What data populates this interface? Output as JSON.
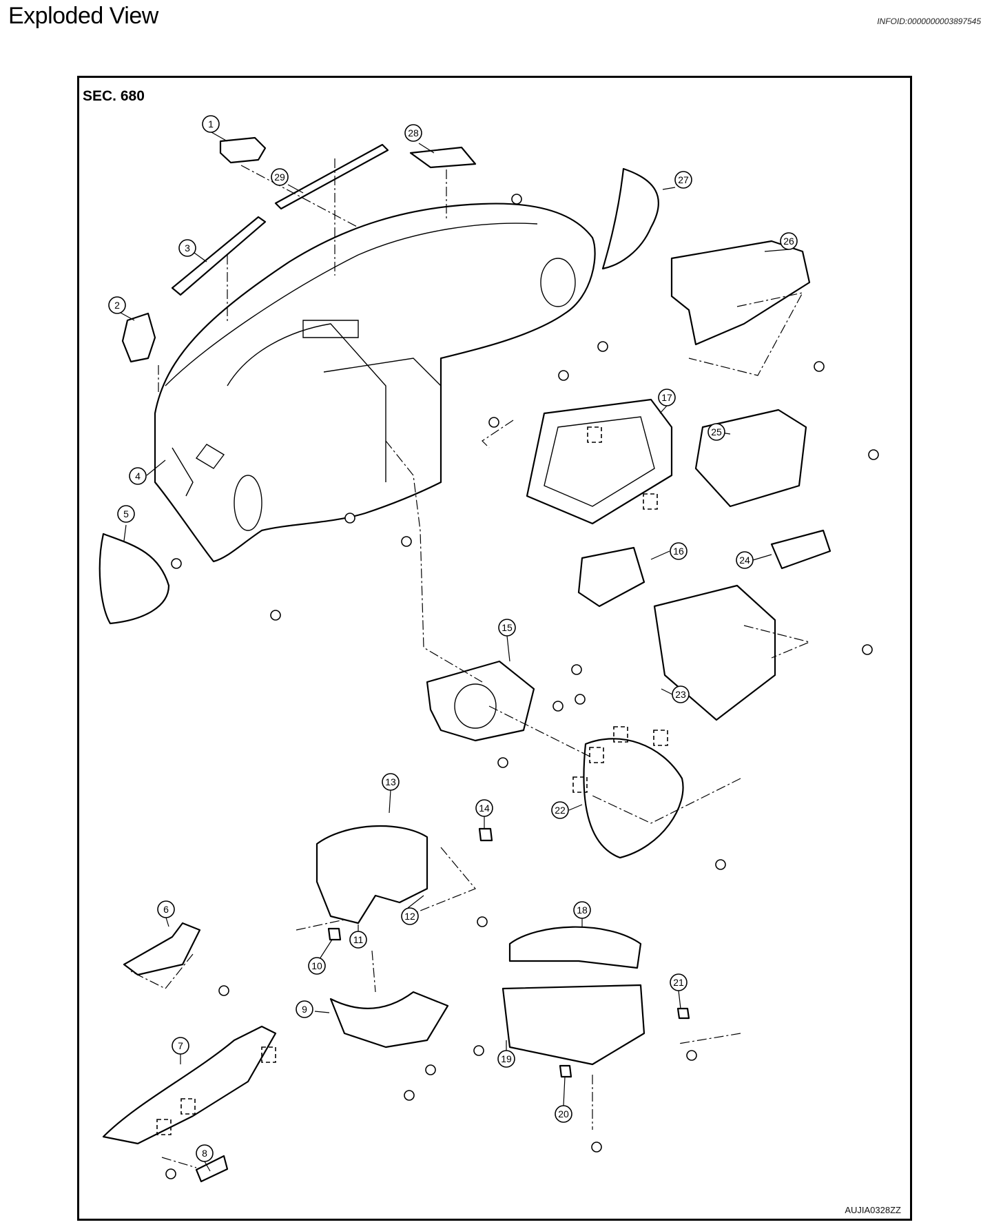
{
  "header": {
    "title": "Exploded View",
    "info_id": "INFOID:0000000003897545"
  },
  "diagram": {
    "section": "SEC. 680",
    "reference_code": "AUJIA0328ZZ",
    "callouts": [
      "1",
      "2",
      "3",
      "4",
      "5",
      "6",
      "7",
      "8",
      "9",
      "10",
      "11",
      "12",
      "13",
      "14",
      "15",
      "16",
      "17",
      "18",
      "19",
      "20",
      "21",
      "22",
      "23",
      "24",
      "25",
      "26",
      "27",
      "28",
      "29"
    ]
  }
}
